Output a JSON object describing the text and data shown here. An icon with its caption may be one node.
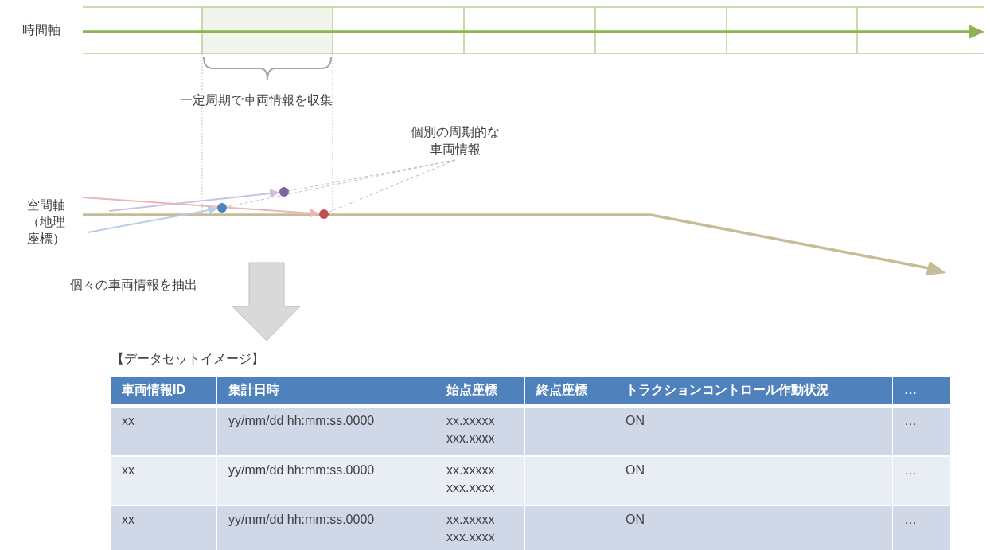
{
  "diagram": {
    "nodes": [
      {
        "text": [
          "個別の周期的な車両情報"
        ]
      },
      {
        "text": [],
        "shape": "circle"
      },
      {
        "text": [],
        "shape": "circle"
      },
      {
        "text": [],
        "shape": "circle"
      }
    ],
    "edges": [
      {
        "from": 0,
        "to": 1,
        "arrow": "none",
        "style": "dashed",
        "color": "#bfbfbf"
      },
      {
        "from": 0,
        "to": 2,
        "arrow": "none",
        "style": "dashed",
        "color": "#bfbfbf"
      },
      {
        "from": 0,
        "to": 3,
        "arrow": "none",
        "style": "dashed",
        "color": "#bfbfbf"
      },
      {
        "from": null,
        "to": 1,
        "arrow": "to",
        "color": "#ccc1de"
      },
      {
        "from": null,
        "to": 2,
        "arrow": "to",
        "color": "#b7cde8"
      },
      {
        "from": null,
        "to": 3,
        "arrow": "to",
        "color": "#e8b7b7"
      }
    ],
    "labels": [
      "時間軸",
      "一定周期で車両情報を収集",
      "空間軸（地理座標）",
      "個々の車両情報を抽出",
      "【データセットイメージ】",
      "車両情報ID",
      "集計日時",
      "始点座標",
      "終点座標",
      "トラクションコントロール作動状況",
      "…",
      "xx",
      "yy/mm/dd hh:mm:ss.0000",
      "xx.xxxxx xxx.xxxx",
      "ON",
      "…",
      "xx",
      "yy/mm/dd hh:mm:ss.0000",
      "xx.xxxxx xxx.xxxx",
      "ON",
      "…",
      "xx",
      "yy/mm/dd hh:mm:ss.0000",
      "xx.xxxxx xxx.xxxx",
      "ON",
      "…"
    ]
  }
}
